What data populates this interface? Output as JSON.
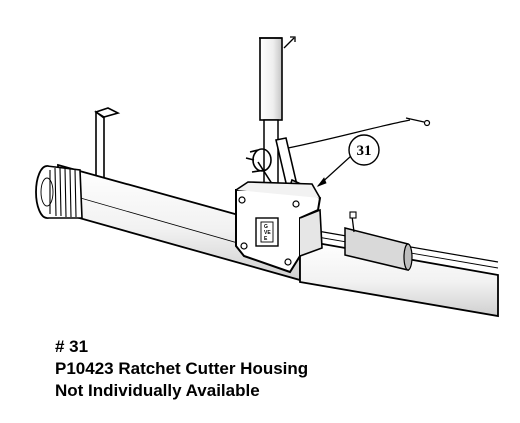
{
  "diagram": {
    "callout_number": "31",
    "housing_label_lines": [
      "G",
      "VE",
      "E"
    ]
  },
  "caption": {
    "item_number": "# 31",
    "part_line": "P10423 Ratchet Cutter Housing",
    "availability": "Not Individually Available"
  },
  "colors": {
    "ink": "#000000",
    "background": "#ffffff",
    "shade": "#d9d9d9",
    "shade_dark": "#bdbdbd"
  }
}
